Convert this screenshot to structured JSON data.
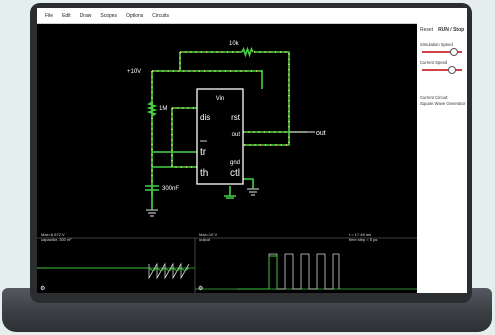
{
  "menu": [
    "File",
    "Edit",
    "Draw",
    "Scopes",
    "Options",
    "Circuits"
  ],
  "sidebar": {
    "reset": "Reset",
    "run_stop": "RUN / Stop",
    "sim_speed_label": "Simulation Speed",
    "current_speed_label": "Current Speed",
    "current_circuit_label": "Current Circuit:",
    "current_circuit_name": "Square Wave Generator"
  },
  "circuit": {
    "supply_label": "+10V",
    "r1_label": "10k",
    "r2_label": "1M",
    "cap_label": "300nF",
    "out_label": "out",
    "ic_pins": {
      "vin": "Vin",
      "dis": "dis",
      "rst": "rst",
      "out": "out",
      "tr": "tr",
      "th": "th",
      "ctl": "ctl",
      "gnd": "gnd"
    }
  },
  "scope1_info": [
    "Max=6.672 V",
    "capacitor, 300 nF"
  ],
  "scope2_info": [
    "Max=10 V",
    "output"
  ],
  "time_info": [
    "t = 17.48 ms",
    "time step = 5 µs"
  ],
  "colors": {
    "wire_active": "#45d145",
    "current_dots": "#f5e35a",
    "wire_idle": "#9a9a9a",
    "slider_accent": "#cc4444"
  }
}
